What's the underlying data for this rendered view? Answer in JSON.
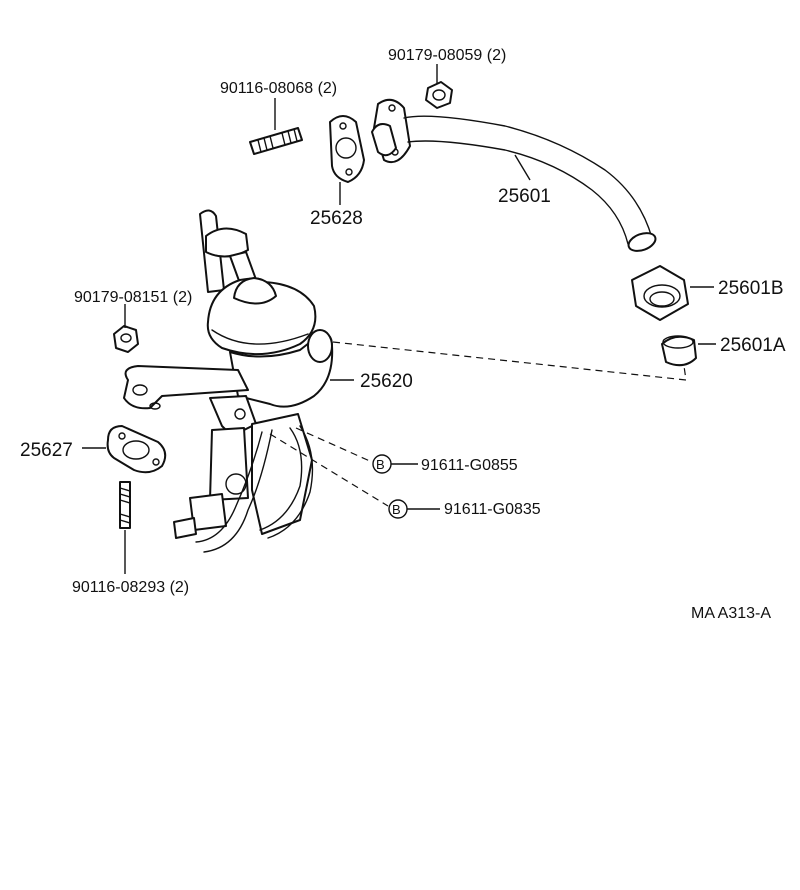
{
  "diagram": {
    "callouts": {
      "nut_top": "90179-08059 (2)",
      "stud_top": "90116-08068 (2)",
      "gasket_25628": "25628",
      "pipe_25601": "25601",
      "nut_25601b": "25601B",
      "ring_25601a": "25601A",
      "nut_left": "90179-08151 (2)",
      "valve_25620": "25620",
      "gasket_25627": "25627",
      "bolt_g0855": "91611-G0855",
      "bolt_g0835": "91611-G0835",
      "stud_bottom": "90116-08293 (2)",
      "badge_b1": "B",
      "badge_b2": "B"
    },
    "figure_code": "MA  A313-A"
  }
}
